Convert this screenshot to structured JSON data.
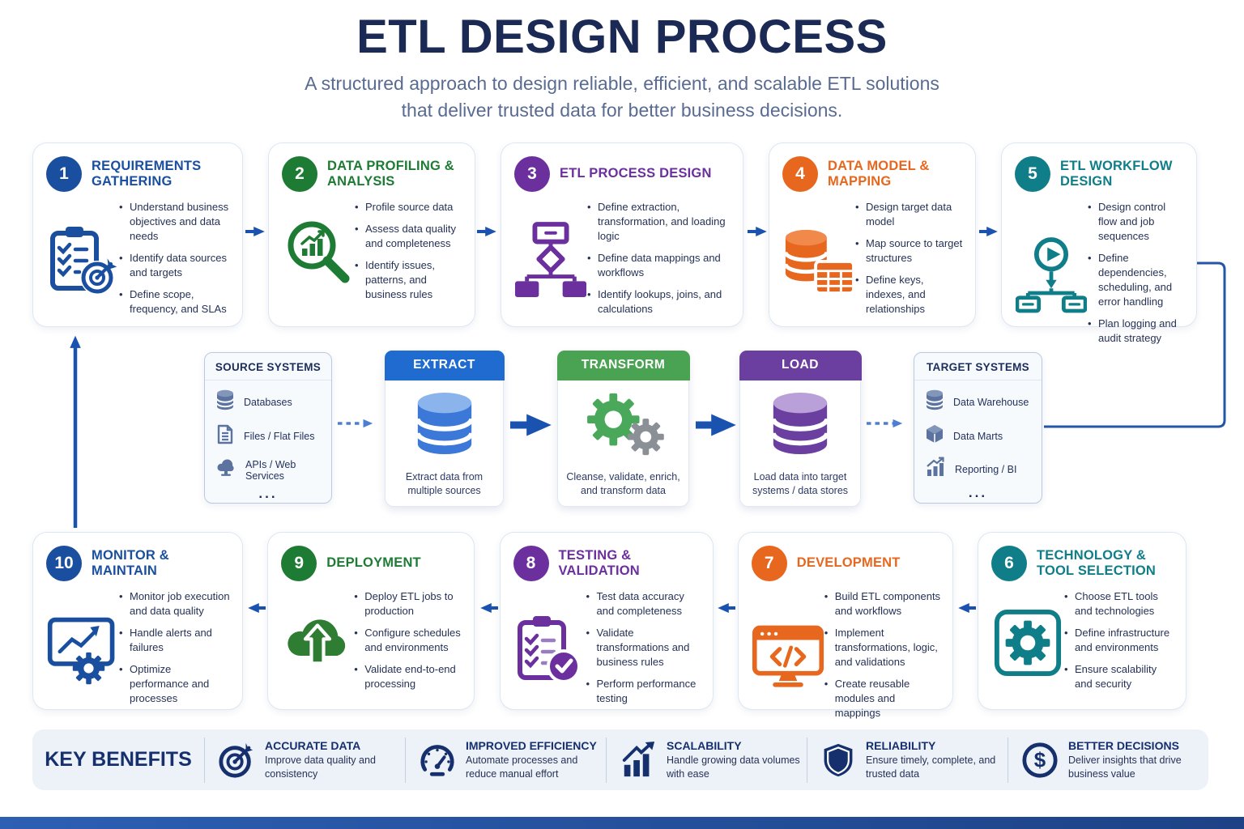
{
  "header": {
    "title": "ETL DESIGN PROCESS",
    "subtitle_line1": "A structured approach to design reliable, efficient, and scalable ETL solutions",
    "subtitle_line2": "that deliver trusted data for better business decisions."
  },
  "steps": [
    {
      "number": "1",
      "title": "REQUIREMENTS GATHERING",
      "accent": "#1a4fa0",
      "icon": "clipboard-target-icon",
      "bullets": [
        "Understand business objectives and data needs",
        "Identify data sources and targets",
        "Define scope, frequency, and SLAs"
      ]
    },
    {
      "number": "2",
      "title": "DATA PROFILING & ANALYSIS",
      "accent": "#1e7b34",
      "icon": "magnifier-chart-icon",
      "bullets": [
        "Profile source data",
        "Assess data quality and completeness",
        "Identify issues, patterns, and business rules"
      ]
    },
    {
      "number": "3",
      "title": "ETL PROCESS DESIGN",
      "accent": "#6b2f9e",
      "icon": "flowchart-icon",
      "bullets": [
        "Define extraction, transformation, and loading logic",
        "Define data mappings and workflows",
        "Identify lookups, joins, and calculations"
      ]
    },
    {
      "number": "4",
      "title": "DATA MODEL & MAPPING",
      "accent": "#e8671e",
      "icon": "database-table-icon",
      "bullets": [
        "Design target data model",
        "Map source to target structures",
        "Define keys, indexes, and relationships"
      ]
    },
    {
      "number": "5",
      "title": "ETL WORKFLOW DESIGN",
      "accent": "#0f7e89",
      "icon": "play-flow-icon",
      "bullets": [
        "Design control flow and job sequences",
        "Define dependencies, scheduling, and error handling",
        "Plan logging and audit strategy"
      ]
    },
    {
      "number": "6",
      "title": "TECHNOLOGY & TOOL SELECTION",
      "accent": "#0f7e89",
      "icon": "gear-square-icon",
      "bullets": [
        "Choose ETL tools and technologies",
        "Define infrastructure and environments",
        "Ensure scalability and security"
      ]
    },
    {
      "number": "7",
      "title": "DEVELOPMENT",
      "accent": "#e8671e",
      "icon": "code-window-icon",
      "bullets": [
        "Build ETL components and workflows",
        "Implement transformations, logic, and validations",
        "Create reusable modules and mappings"
      ]
    },
    {
      "number": "8",
      "title": "TESTING & VALIDATION",
      "accent": "#6b2f9e",
      "icon": "checklist-check-icon",
      "bullets": [
        "Test data accuracy and completeness",
        "Validate transformations and business rules",
        "Perform performance testing"
      ]
    },
    {
      "number": "9",
      "title": "DEPLOYMENT",
      "accent": "#1e7b34",
      "icon": "cloud-upload-icon",
      "bullets": [
        "Deploy ETL jobs to production",
        "Configure schedules and environments",
        "Validate end-to-end processing"
      ]
    },
    {
      "number": "10",
      "title": "MONITOR & MAINTAIN",
      "accent": "#1a4fa0",
      "icon": "monitor-gear-icon",
      "bullets": [
        "Monitor job execution and data quality",
        "Handle alerts and failures",
        "Optimize performance and processes"
      ]
    }
  ],
  "pipeline": {
    "source": {
      "title": "SOURCE SYSTEMS",
      "more": "...",
      "items": [
        {
          "icon": "database-icon",
          "label": "Databases"
        },
        {
          "icon": "file-icon",
          "label": "Files / Flat Files"
        },
        {
          "icon": "cloud-icon",
          "label": "APIs / Web Services"
        }
      ]
    },
    "stages": [
      {
        "title": "EXTRACT",
        "header_color": "#1f6bd0",
        "icon": "blue-database-icon",
        "caption": "Extract data from multiple sources"
      },
      {
        "title": "TRANSFORM",
        "header_color": "#4aa352",
        "icon": "gears-icon",
        "caption": "Cleanse, validate, enrich, and transform data"
      },
      {
        "title": "LOAD",
        "header_color": "#6b3fa0",
        "icon": "purple-database-icon",
        "caption": "Load data into target systems / data stores"
      }
    ],
    "target": {
      "title": "TARGET SYSTEMS",
      "more": "...",
      "items": [
        {
          "icon": "warehouse-database-icon",
          "label": "Data Warehouse"
        },
        {
          "icon": "cube-icon",
          "label": "Data Marts"
        },
        {
          "icon": "report-chart-icon",
          "label": "Reporting / BI"
        }
      ]
    }
  },
  "benefits": {
    "title": "KEY BENEFITS",
    "items": [
      {
        "icon": "target-icon",
        "title": "ACCURATE DATA",
        "desc": "Improve data quality and consistency"
      },
      {
        "icon": "speedometer-icon",
        "title": "IMPROVED EFFICIENCY",
        "desc": "Automate processes and reduce manual effort"
      },
      {
        "icon": "growth-bars-icon",
        "title": "SCALABILITY",
        "desc": "Handle growing data volumes with ease"
      },
      {
        "icon": "shield-icon",
        "title": "RELIABILITY",
        "desc": "Ensure timely, complete, and trusted data"
      },
      {
        "icon": "dollar-icon",
        "title": "BETTER DECISIONS",
        "desc": "Deliver insights that drive business value"
      }
    ]
  },
  "colors": {
    "title_navy": "#1b2a55",
    "subtitle_gray": "#5a6b92",
    "body_text": "#253256",
    "arrow_blue": "#1a52b0",
    "dashed_arrow_blue": "#4d7fd1",
    "benefit_navy": "#16306e",
    "step_blue": "#1a4fa0",
    "step_green": "#1e7b34",
    "step_purple": "#6b2f9e",
    "step_orange": "#e8671e",
    "step_teal": "#0f7e89",
    "extract_blue": "#1f6bd0",
    "transform_green": "#4aa352",
    "load_purple": "#6b3fa0"
  }
}
